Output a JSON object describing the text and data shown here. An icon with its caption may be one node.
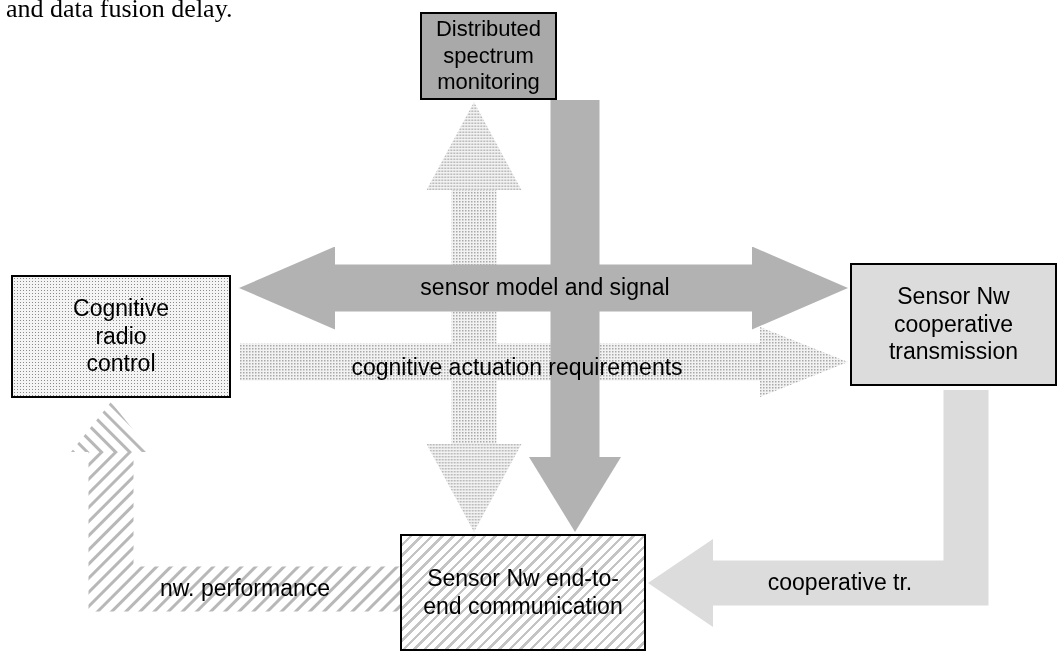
{
  "diagram": {
    "nodes": [
      {
        "text": [
          "Distributed spectrum monitoring"
        ]
      },
      {
        "text": [
          "Cognitive radio control"
        ]
      },
      {
        "text": [
          "Sensor Nw cooperative transmission"
        ]
      },
      {
        "text": [
          "Sensor Nw end-to-end communication"
        ]
      }
    ],
    "edges": [
      {
        "from": 0,
        "to": 3,
        "arrow": "to",
        "color": "#b2b2b2"
      },
      {
        "from": 1,
        "to": 2,
        "arrow": "both",
        "label": "sensor model and signal",
        "color": "#b2b2b2"
      },
      {
        "from": 1,
        "to": 2,
        "arrow": "to",
        "label": "cognitive actuation requirements",
        "color": "#a8a8a8"
      },
      {
        "from": 0,
        "to": 3,
        "arrow": "both",
        "color": "#a8a8a8"
      },
      {
        "from": 2,
        "to": 3,
        "arrow": "to",
        "label": "cooperative tr.",
        "color": "#dcdcdc"
      },
      {
        "from": 3,
        "to": 1,
        "arrow": "to",
        "label": "nw. performance",
        "color": "#b8b8b8"
      }
    ],
    "labels": [
      "and data fusion delay."
    ]
  }
}
